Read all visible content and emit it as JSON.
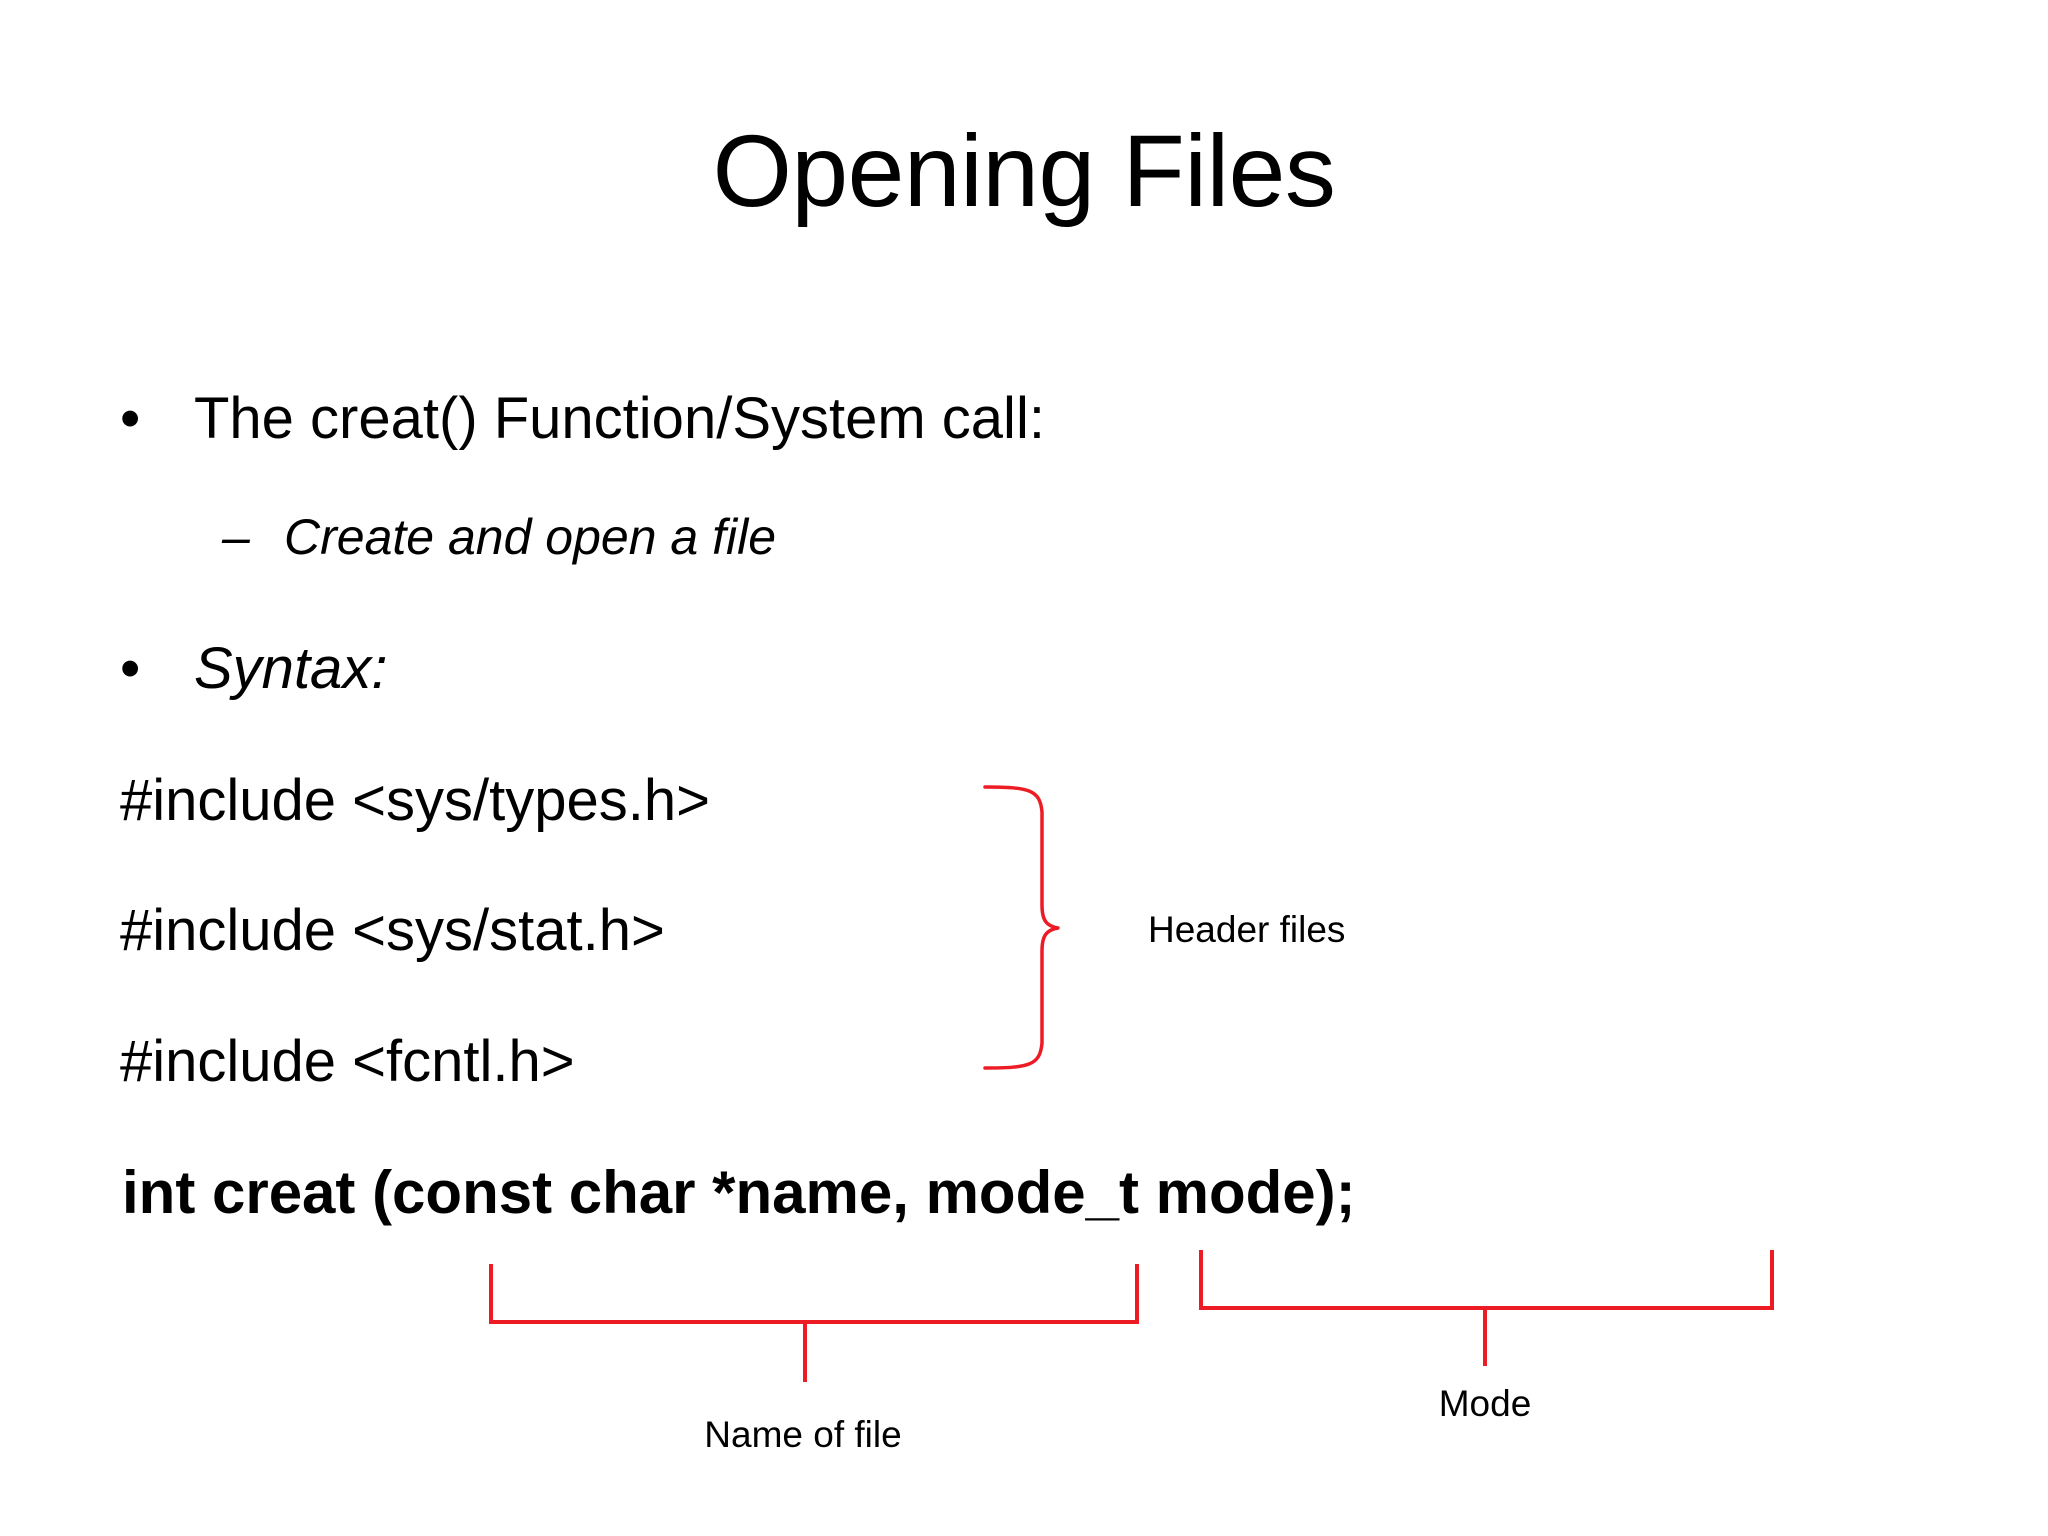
{
  "slide": {
    "title": "Opening Files",
    "background_color": "#ffffff",
    "text_color": "#000000",
    "accent_color": "#ed1c24"
  },
  "content": {
    "bullet_glyph": "•",
    "dash_glyph": "–",
    "bullets": [
      {
        "level": 1,
        "text": "The creat() Function/System call:",
        "italic": false
      },
      {
        "level": 2,
        "text": "Create and open a file",
        "italic": true
      },
      {
        "level": 1,
        "text": "Syntax:",
        "italic": true
      }
    ],
    "code_lines": [
      "#include <sys/types.h>",
      "#include <sys/stat.h>",
      "#include <fcntl.h>"
    ],
    "signature": "int creat (const char *name, mode_t mode);"
  },
  "annotations": {
    "header_files": {
      "label": "Header files",
      "kind": "curly-brace",
      "color": "#ed1c24"
    },
    "name_of_file": {
      "label": "Name of file",
      "kind": "square-bracket",
      "color": "#ed1c24"
    },
    "mode": {
      "label": "Mode",
      "kind": "square-bracket",
      "color": "#ed1c24"
    }
  }
}
